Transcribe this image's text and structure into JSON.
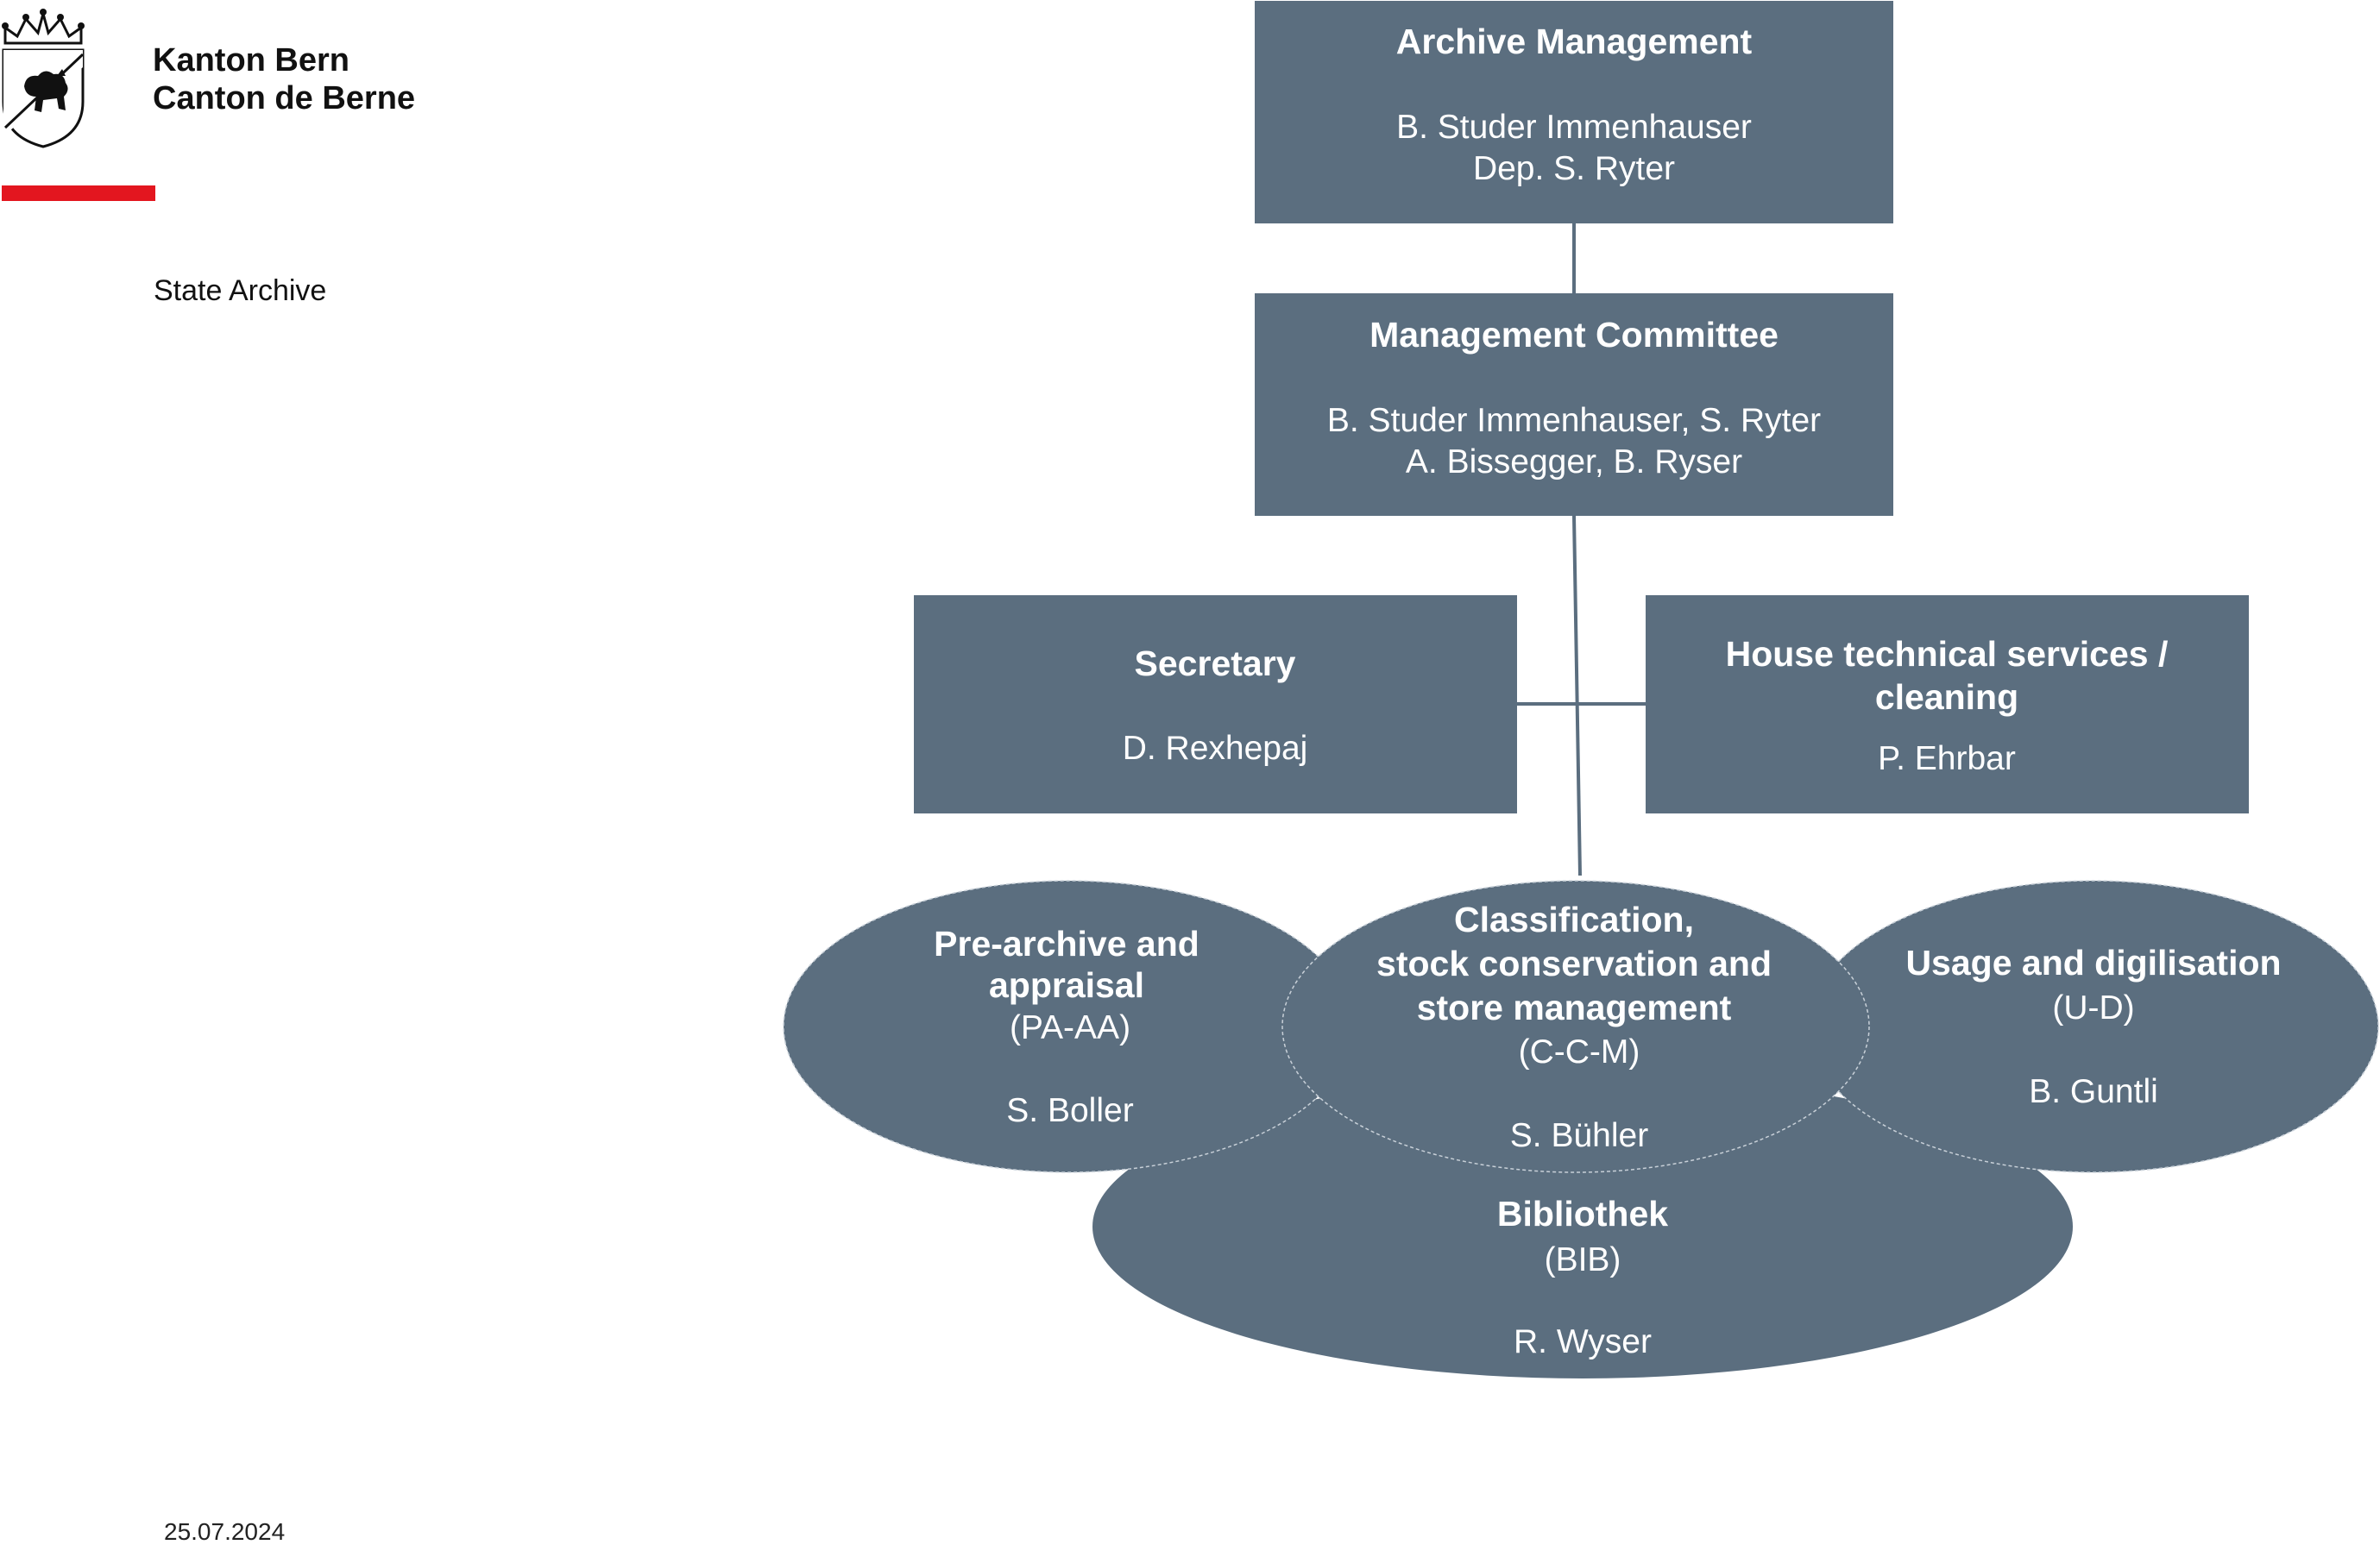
{
  "header": {
    "canton_de": "Kanton Bern",
    "canton_fr": "Canton de Berne",
    "department": "State Archive",
    "date": "25.07.2024"
  },
  "colors": {
    "box": "#5b6e7f",
    "connector": "#5b6e7f",
    "accent_red": "#e3161f"
  },
  "org": {
    "archive_management": {
      "title": "Archive Management",
      "line1": "B. Studer Immenhauser",
      "line2": "Dep. S. Ryter"
    },
    "management_committee": {
      "title": "Management Committee",
      "line1": "B. Studer Immenhauser, S. Ryter",
      "line2": "A. Bissegger, B. Ryser"
    },
    "secretary": {
      "title": "Secretary",
      "person": "D. Rexhepaj"
    },
    "house_services": {
      "title1": "House technical services /",
      "title2": "cleaning",
      "person": "P. Ehrbar"
    },
    "pre_archive": {
      "title1": "Pre-archive and",
      "title2": "appraisal",
      "abbr": "(PA-AA)",
      "person": "S. Boller"
    },
    "classification": {
      "title1": "Classification,",
      "title2": "stock conservation and",
      "title3": "store management",
      "abbr": "(C-C-M)",
      "person": "S. Bühler"
    },
    "usage": {
      "title": "Usage and digilisation",
      "abbr": "(U-D)",
      "person": "B. Guntli"
    },
    "library": {
      "title": "Bibliothek",
      "abbr": "(BIB)",
      "person": "R. Wyser"
    }
  }
}
